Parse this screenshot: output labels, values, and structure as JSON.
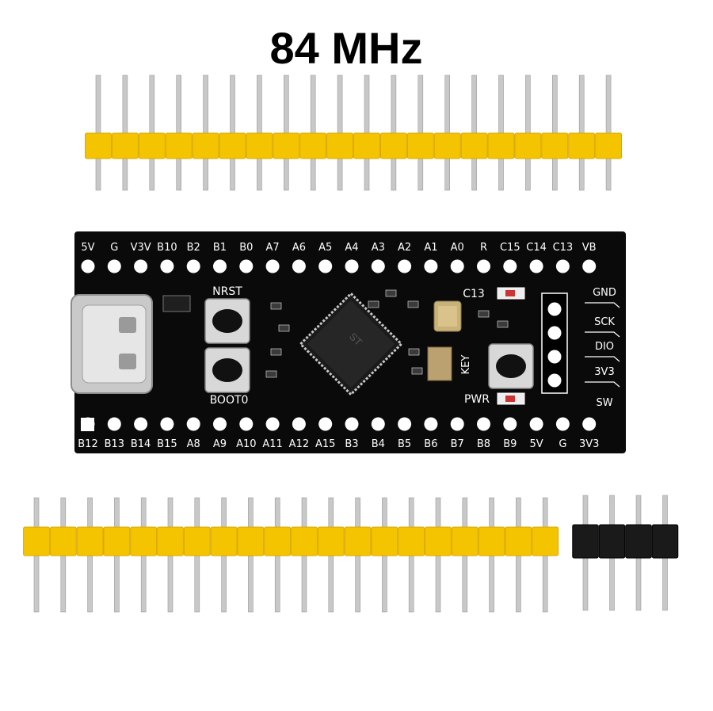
{
  "title": "84 MHz",
  "board": {
    "top_pins": [
      "5V",
      "G",
      "V3V",
      "B10",
      "B2",
      "B1",
      "B0",
      "A7",
      "A6",
      "A5",
      "A4",
      "A3",
      "A2",
      "A1",
      "A0",
      "R",
      "C15",
      "C14",
      "C13",
      "VB"
    ],
    "bottom_pins": [
      "B12",
      "B13",
      "B14",
      "B15",
      "A8",
      "A9",
      "A10",
      "A11",
      "A12",
      "A15",
      "B3",
      "B4",
      "B5",
      "B6",
      "B7",
      "B8",
      "B9",
      "5V",
      "G",
      "3V3"
    ],
    "swd_pins": [
      "GND",
      "SCK",
      "DIO",
      "3V3",
      "SW"
    ],
    "nrst_label": "NRST",
    "boot0_label": "BOOT0",
    "key_label": "KEY",
    "c13_label": "C13",
    "pwr_label": "PWR",
    "chip_marking": "ST"
  },
  "headers": [
    {
      "color": "#f5c400",
      "pin_count": 20
    },
    {
      "color": "#f5c400",
      "pin_count": 20
    },
    {
      "color": "#1a1a1a",
      "pin_count": 4
    }
  ],
  "colors": {
    "pcb": "#0a0a0a",
    "header_yellow": "#f5c400",
    "pin_silver": "#c8c8c8"
  }
}
